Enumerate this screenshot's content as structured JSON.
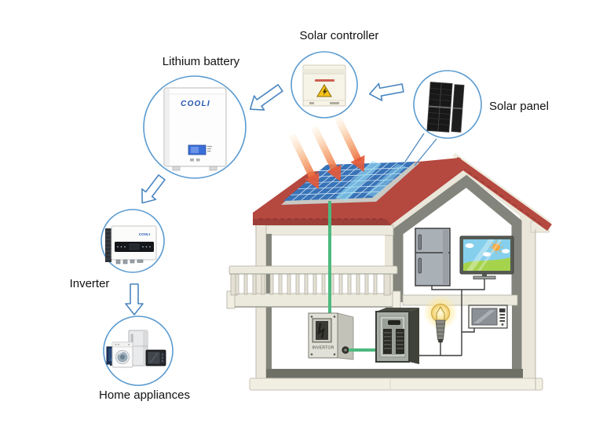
{
  "nodes": [
    {
      "id": "solar-panel",
      "label": "Solar panel"
    },
    {
      "id": "solar-controller",
      "label": "Solar controller"
    },
    {
      "id": "lithium-battery",
      "label": "Lithium battery"
    },
    {
      "id": "inverter",
      "label": "Inverter"
    },
    {
      "id": "home-appliances",
      "label": "Home appliances"
    }
  ],
  "device_markings": {
    "battery_logo": "COOLI",
    "inverter_logo": "COOLI",
    "house_inverter_label": "INVERTOR"
  },
  "colors": {
    "callout_circle": "#5b9bd0",
    "flow_arrow": "#4a86c0",
    "roof_red": "#b5483f",
    "solar_panel_blue": "#3873b8",
    "dc_wire_green": "#4cb97e",
    "sun_ray_orange": "#ec6a3c",
    "bulb_glow": "#ffe896",
    "label_text": "#111111"
  }
}
